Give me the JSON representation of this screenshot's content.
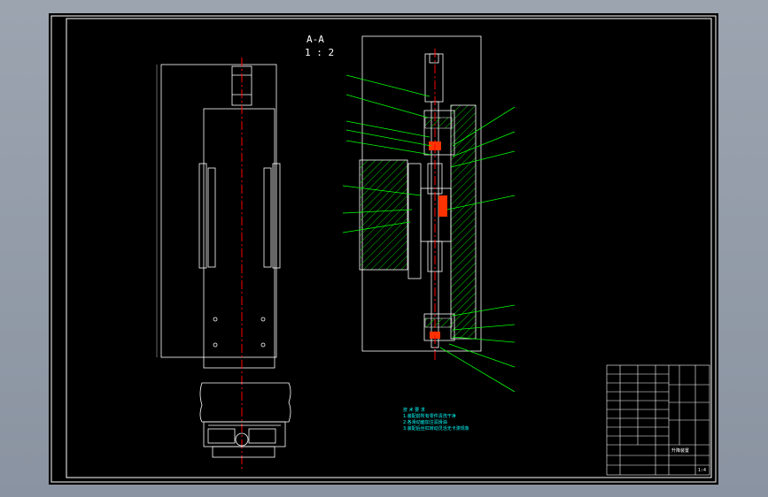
{
  "section_view": {
    "title": "A-A",
    "scale": "1 : 2"
  },
  "technical_notes": [
    "技 术 要 求",
    "1.装配前所有零件清洗干净",
    "2.各滑动面加注润滑油",
    "3.装配后丝杠转动灵活无卡滞现象"
  ],
  "title_block": {
    "sheet_note": "1:4",
    "part_label": "升降装置"
  },
  "colors": {
    "sheet_bg": "#000000",
    "line": "#ffffff",
    "centerline": "#ff0000",
    "leader": "#00ff00",
    "hatch": "#00cc00",
    "notes": "#00ffff",
    "part_fill": "#ff3300"
  }
}
